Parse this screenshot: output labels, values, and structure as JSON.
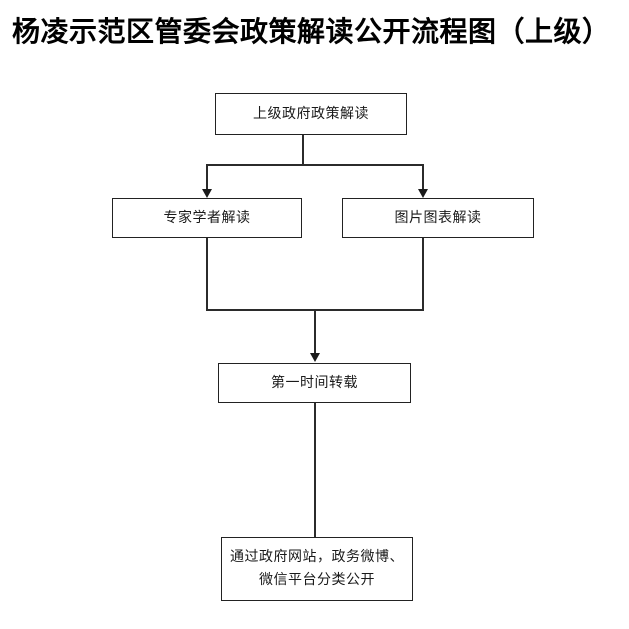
{
  "page": {
    "title": "杨凌示范区管委会政策解读公开流程图（上级）",
    "background_color": "#ffffff",
    "line_color": "#2b2b2b",
    "text_color": "#1a1a1a"
  },
  "flowchart": {
    "type": "flowchart",
    "nodes": [
      {
        "id": "source",
        "label": "上级政府政策解读"
      },
      {
        "id": "expert",
        "label": "专家学者解读"
      },
      {
        "id": "graphic",
        "label": "图片图表解读"
      },
      {
        "id": "repost",
        "label": "第一时间转载"
      },
      {
        "id": "publish",
        "label_line1": "通过政府网站，政务微博、",
        "label_line2": "微信平台分类公开"
      }
    ],
    "edges": [
      {
        "from": "source",
        "to": "expert",
        "arrow": true
      },
      {
        "from": "source",
        "to": "graphic",
        "arrow": true
      },
      {
        "from": "expert",
        "to": "repost",
        "arrow": true
      },
      {
        "from": "graphic",
        "to": "repost",
        "arrow": true
      },
      {
        "from": "repost",
        "to": "publish",
        "arrow": false
      }
    ]
  }
}
